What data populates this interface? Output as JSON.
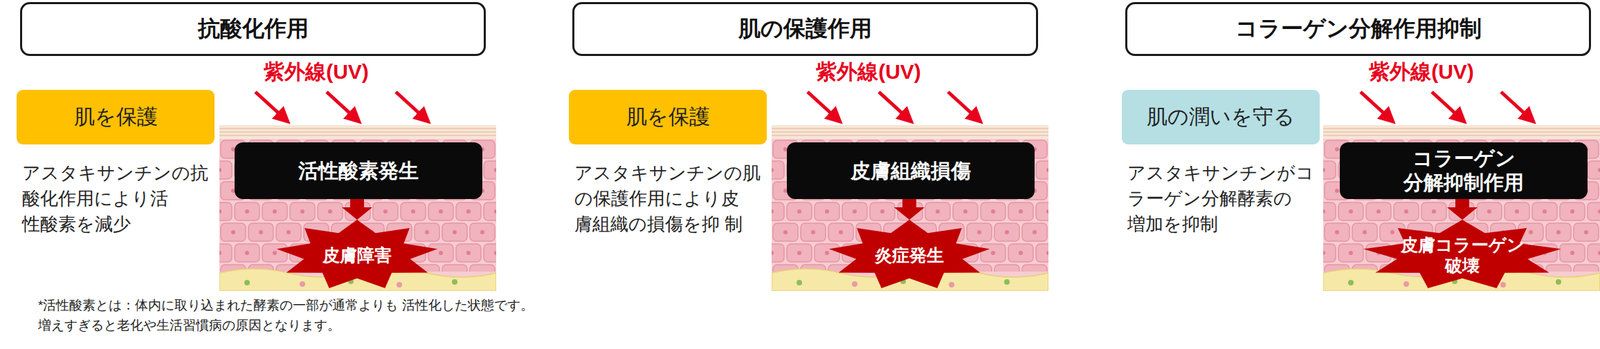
{
  "diagram": {
    "nodes": [
      {
        "text": [
          "抗酸化作用"
        ]
      },
      {
        "text": [
          "肌を保護"
        ]
      },
      {
        "text": [
          "活性酸素発生"
        ]
      },
      {
        "text": [
          "皮膚障害"
        ]
      },
      {
        "text": [
          "肌の保護作用"
        ]
      },
      {
        "text": [
          "肌を保護"
        ]
      },
      {
        "text": [
          "皮膚組織損傷"
        ]
      },
      {
        "text": [
          "炎症発生"
        ]
      },
      {
        "text": [
          "コラーゲン分解作用抑制"
        ]
      },
      {
        "text": [
          "肌の潤いを守る"
        ]
      },
      {
        "text": [
          "コラーゲン 分解抑制作用"
        ]
      },
      {
        "text": [
          "皮膚コラーゲン 破壊"
        ]
      }
    ],
    "edges": [
      {
        "from": 2,
        "to": 3,
        "arrow": "to"
      },
      {
        "from": 6,
        "to": 7,
        "arrow": "to"
      },
      {
        "from": 10,
        "to": 11,
        "arrow": "to"
      }
    ],
    "labels": [
      "紫外線(UV)",
      "アスタキサンチンの抗 酸化作用により活 性酸素を減少",
      "紫外線(UV)",
      "アスタキサンチンの肌 の保護作用により皮 膚組織の損傷を抑 制",
      "紫外線(UV)",
      "アスタキサンチンがコ ラーゲン分解酵素の 増加を抑制",
      "*活性酸素とは：体内に取り込まれた酵素の一部が通常よりも 活性化した状態です。増えすぎると老化や生活習慣病の原因となります。"
    ]
  }
}
